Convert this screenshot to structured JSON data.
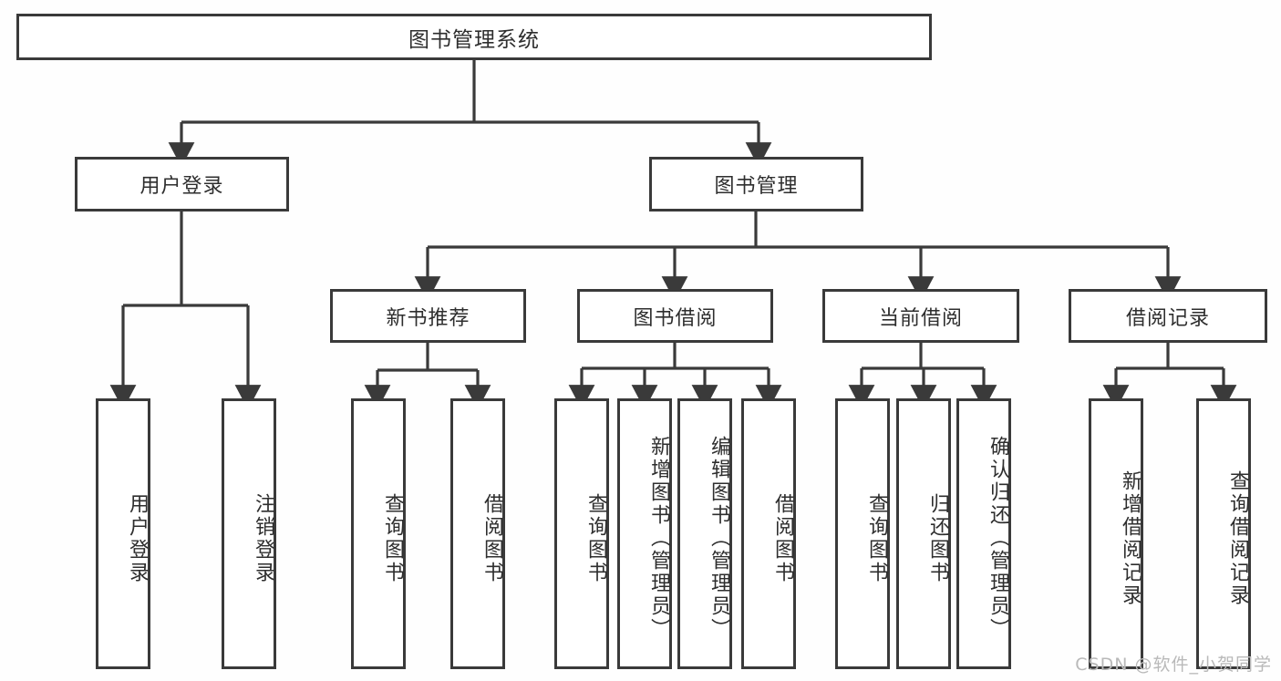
{
  "diagram": {
    "title": "图书管理系统",
    "type": "hierarchy-tree",
    "root": {
      "label": "图书管理系统"
    },
    "level2": [
      {
        "id": "user-login",
        "label": "用户登录"
      },
      {
        "id": "book-management",
        "label": "图书管理"
      }
    ],
    "level3": [
      {
        "id": "new-book-recommend",
        "label": "新书推荐",
        "parent": "book-management"
      },
      {
        "id": "book-borrow",
        "label": "图书借阅",
        "parent": "book-management"
      },
      {
        "id": "current-borrow",
        "label": "当前借阅",
        "parent": "book-management"
      },
      {
        "id": "borrow-record",
        "label": "借阅记录",
        "parent": "book-management"
      }
    ],
    "leaves": {
      "user-login": [
        {
          "id": "leaf-user-login",
          "label": "用户登录"
        },
        {
          "id": "leaf-logout-login",
          "label": "注销登录"
        }
      ],
      "new-book-recommend": [
        {
          "id": "leaf-query-book-1",
          "label": "查询图书"
        },
        {
          "id": "leaf-borrow-book-1",
          "label": "借阅图书"
        }
      ],
      "book-borrow": [
        {
          "id": "leaf-query-book-2",
          "label": "查询图书"
        },
        {
          "id": "leaf-add-book",
          "label": "新增图书（管理员）"
        },
        {
          "id": "leaf-edit-book",
          "label": "编辑图书（管理员）"
        },
        {
          "id": "leaf-borrow-book-2",
          "label": "借阅图书"
        }
      ],
      "current-borrow": [
        {
          "id": "leaf-query-book-3",
          "label": "查询图书"
        },
        {
          "id": "leaf-return-book",
          "label": "归还图书"
        },
        {
          "id": "leaf-confirm-return",
          "label": "确认归还（管理员）"
        }
      ],
      "borrow-record": [
        {
          "id": "leaf-add-record",
          "label": "新增借阅记录"
        },
        {
          "id": "leaf-query-record",
          "label": "查询借阅记录"
        }
      ]
    }
  },
  "watermark": {
    "text": "CSDN @软件_小贺同学"
  },
  "colors": {
    "border": "#3a3a3a",
    "box_fill": "#ffffff",
    "background": "#fefefe",
    "text": "#2e2e2e",
    "watermark": "#b9b9b9"
  }
}
